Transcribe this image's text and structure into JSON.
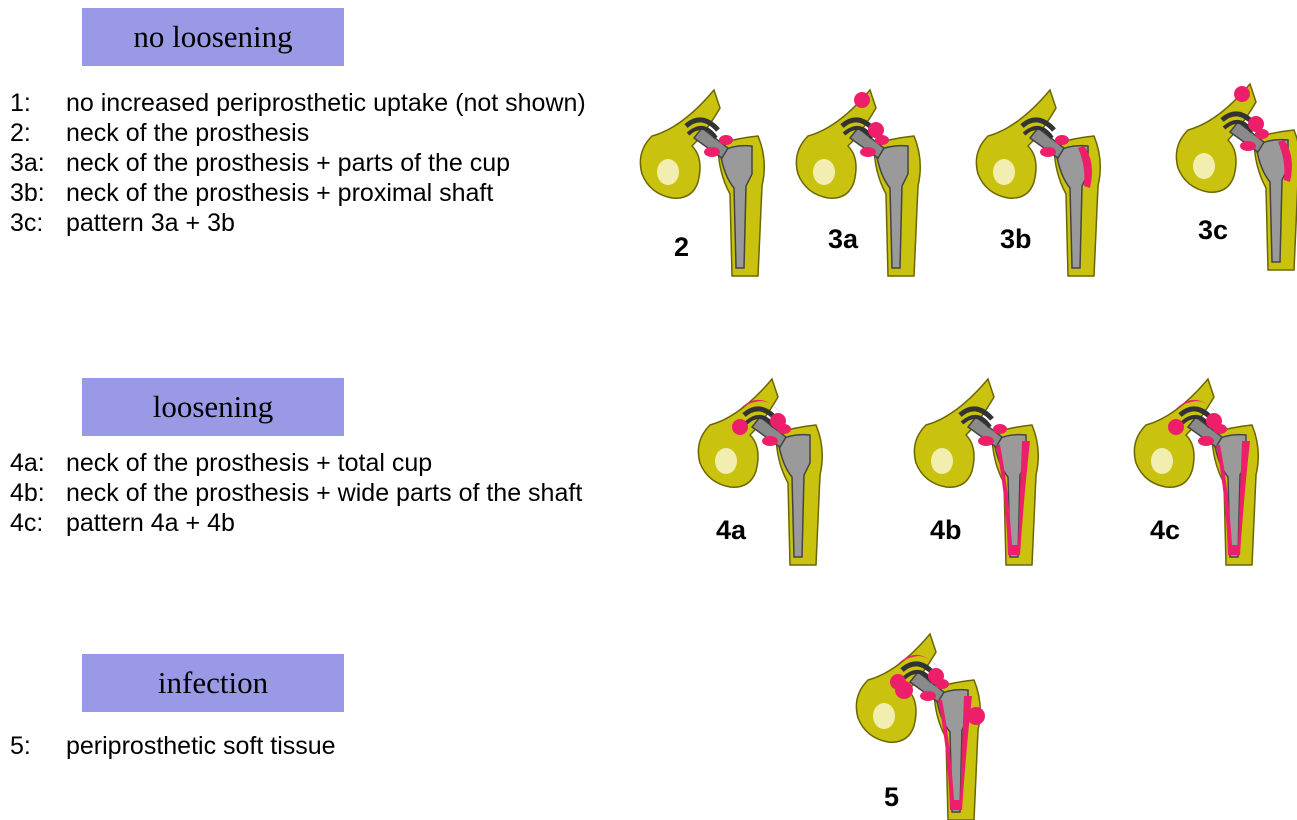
{
  "sections": [
    {
      "header": "no loosening",
      "items": [
        {
          "code": "1:",
          "text": "no increased periprosthetic uptake (not shown)"
        },
        {
          "code": "2:",
          "text": "neck of the prosthesis"
        },
        {
          "code": "3a:",
          "text": "neck of the prosthesis + parts of the cup"
        },
        {
          "code": "3b:",
          "text": "neck of the prosthesis + proximal shaft"
        },
        {
          "code": "3c:",
          "text": "pattern 3a + 3b"
        }
      ]
    },
    {
      "header": "loosening",
      "items": [
        {
          "code": "4a:",
          "text": "neck of the prosthesis + total cup"
        },
        {
          "code": "4b:",
          "text": "neck of the prosthesis + wide parts of the shaft"
        },
        {
          "code": "4c:",
          "text": "pattern 4a + 4b"
        }
      ]
    },
    {
      "header": "infection",
      "items": [
        {
          "code": "5:",
          "text": "periprosthetic soft tissue"
        }
      ]
    }
  ],
  "figures": [
    {
      "label": "2"
    },
    {
      "label": "3a"
    },
    {
      "label": "3b"
    },
    {
      "label": "3c"
    },
    {
      "label": "4a"
    },
    {
      "label": "4b"
    },
    {
      "label": "4c"
    },
    {
      "label": "5"
    }
  ],
  "colors": {
    "header_bg": "#9999e6",
    "bone": "#c9c20e",
    "uptake": "#ee1f6a",
    "implant": "#9a9a9a"
  }
}
